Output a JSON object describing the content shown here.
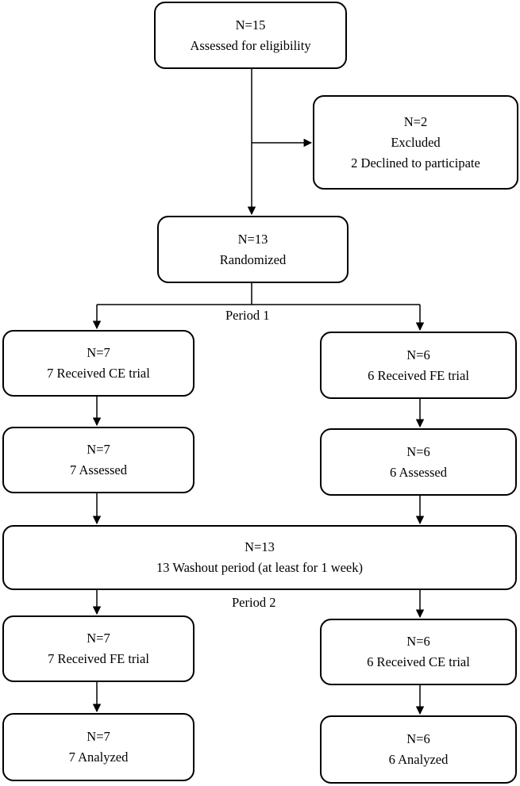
{
  "assessed": {
    "n": "N=15",
    "text": "Assessed for eligibility"
  },
  "excluded": {
    "n": "N=2",
    "text": "Excluded",
    "detail": "2 Declined to participate"
  },
  "randomized": {
    "n": "N=13",
    "text": "Randomized"
  },
  "period1_label": "Period 1",
  "p1_left": {
    "n": "N=7",
    "text": "7 Received CE trial"
  },
  "p1_right": {
    "n": "N=6",
    "text": "6 Received FE trial"
  },
  "p1_left_assessed": {
    "n": "N=7",
    "text": "7 Assessed"
  },
  "p1_right_assessed": {
    "n": "N=6",
    "text": "6 Assessed"
  },
  "washout": {
    "n": "N=13",
    "text": "13 Washout period (at least for 1 week)"
  },
  "period2_label": "Period 2",
  "p2_left": {
    "n": "N=7",
    "text": "7 Received FE trial"
  },
  "p2_right": {
    "n": "N=6",
    "text": "6 Received CE trial"
  },
  "p2_left_analyzed": {
    "n": "N=7",
    "text": "7 Analyzed"
  },
  "p2_right_analyzed": {
    "n": "N=6",
    "text": "6 Analyzed"
  }
}
